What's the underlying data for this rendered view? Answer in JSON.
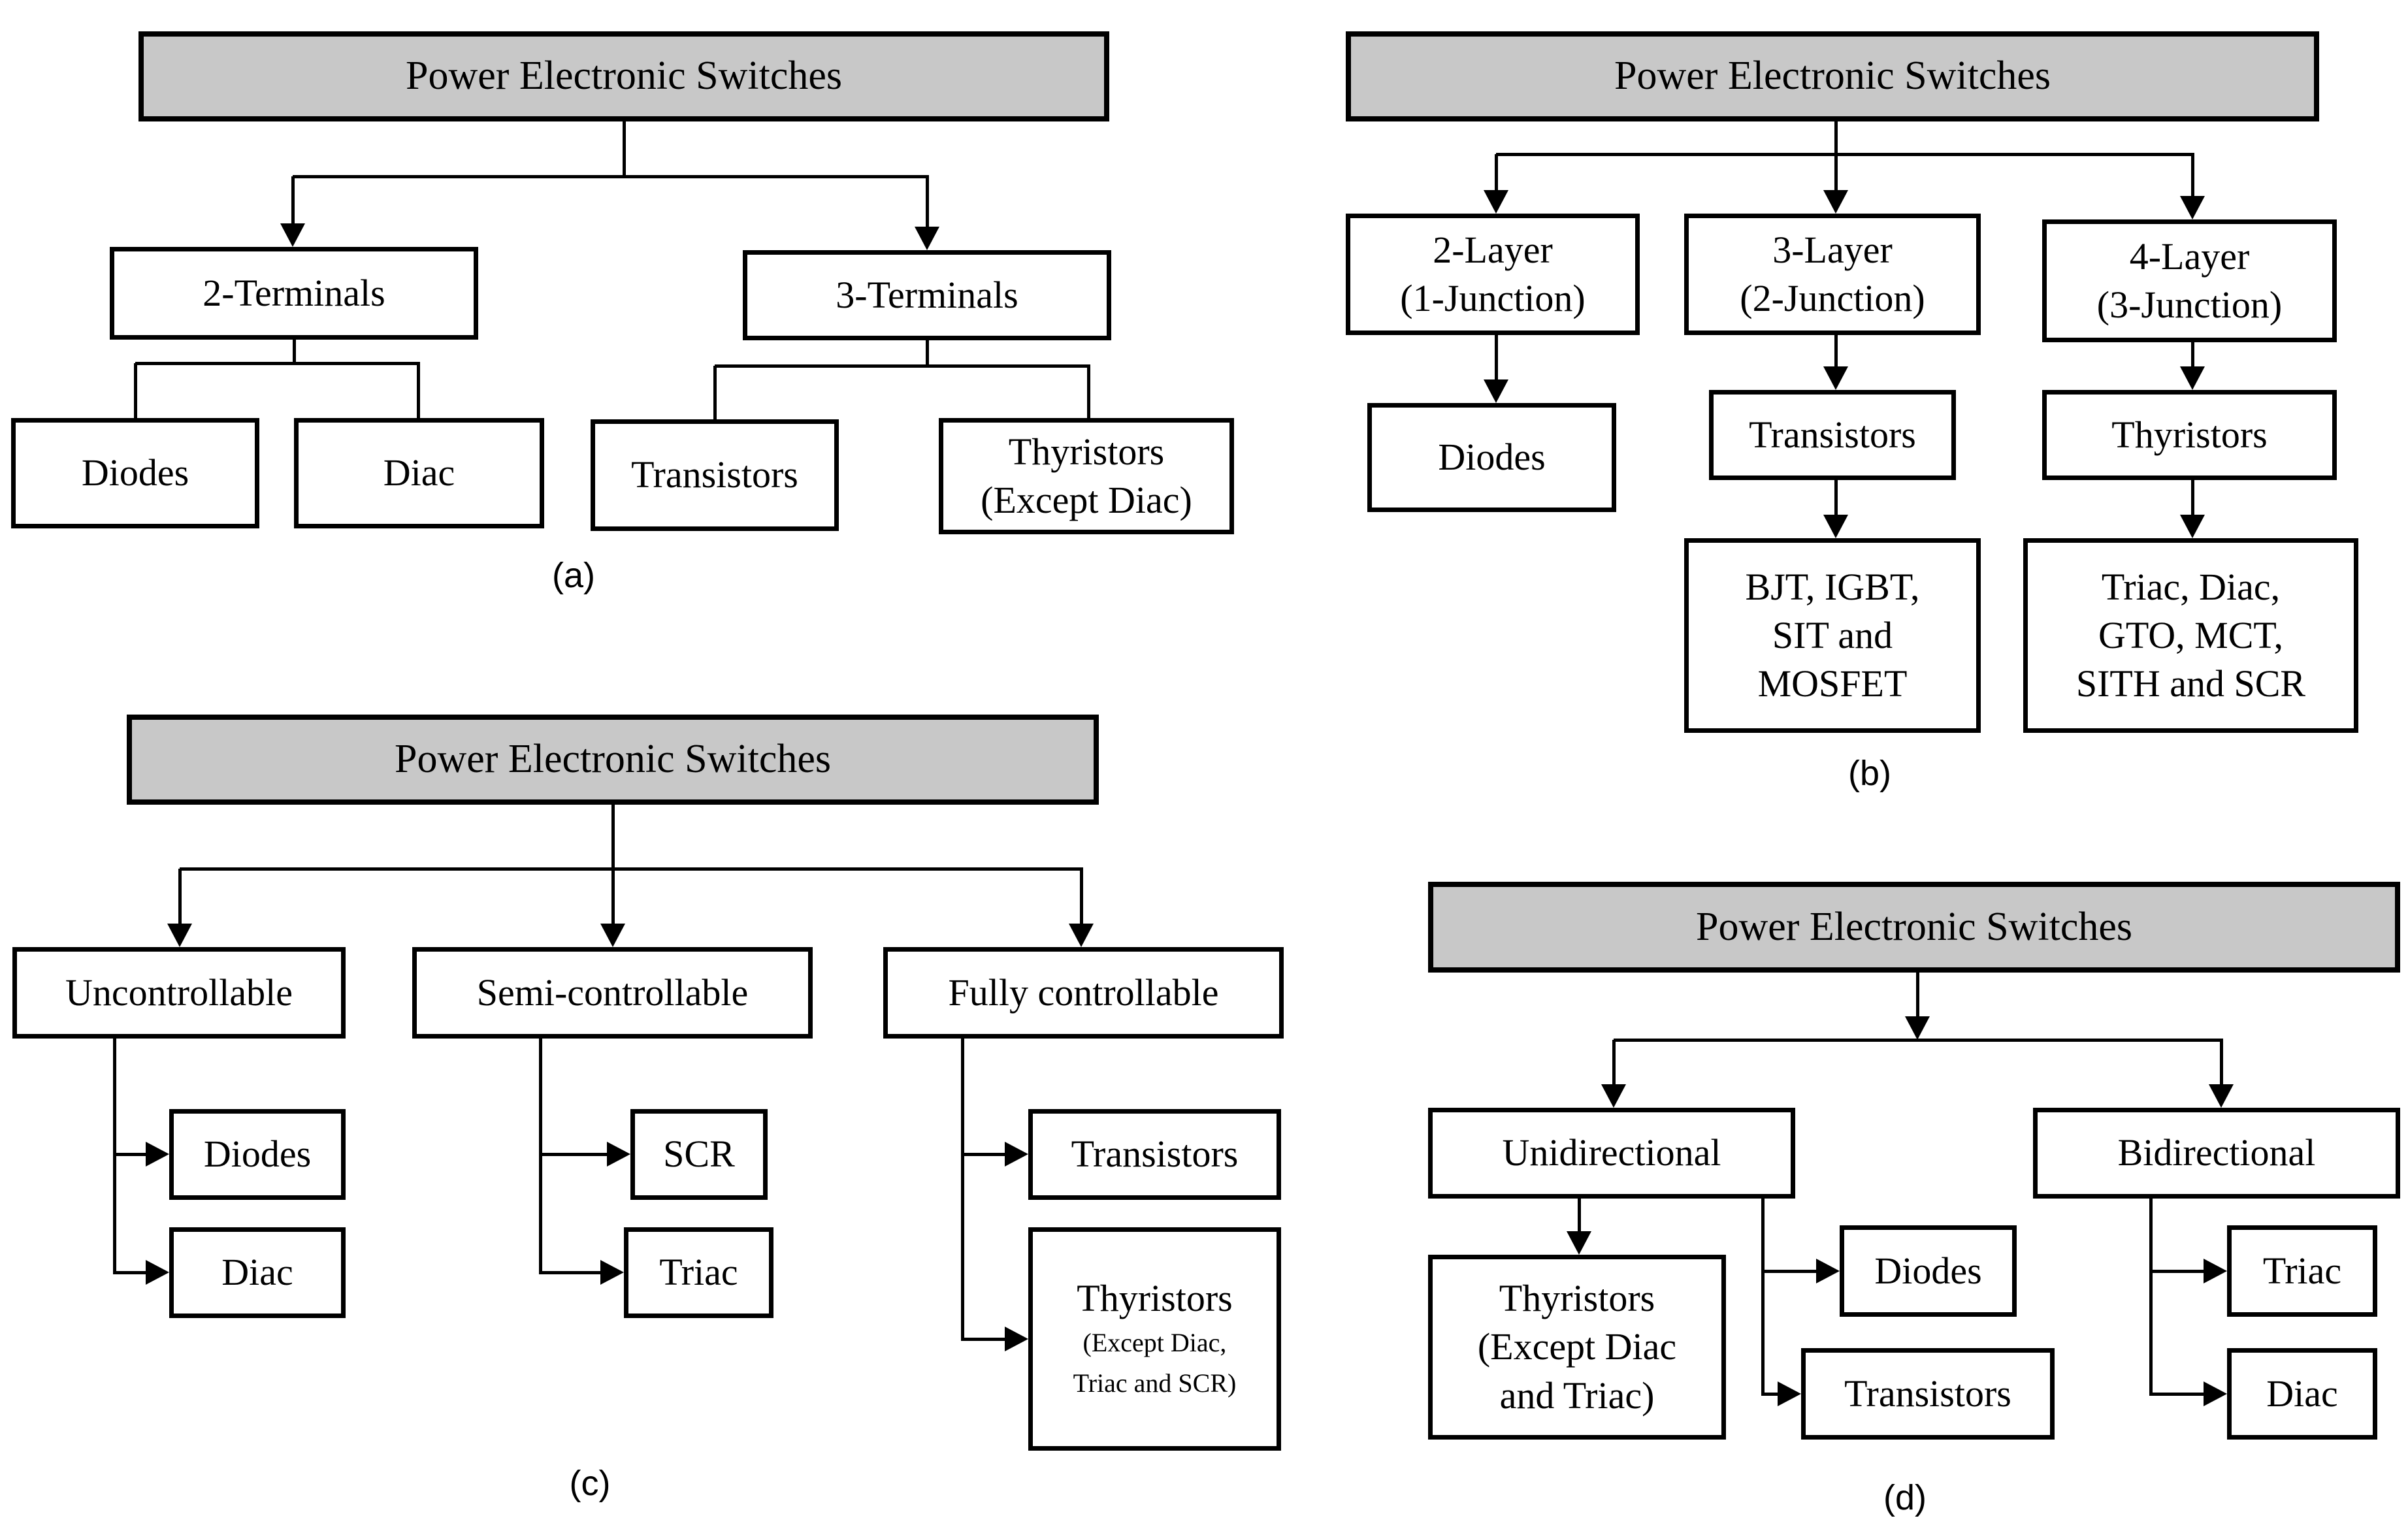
{
  "panel_a": {
    "root": "Power Electronic Switches",
    "terminals2": "2-Terminals",
    "terminals3": "3-Terminals",
    "diodes": "Diodes",
    "diac": "Diac",
    "transistors": "Transistors",
    "thyristors_line1": "Thyristors",
    "thyristors_line2": "(Except Diac)",
    "caption": "(a)"
  },
  "panel_b": {
    "root": "Power Electronic Switches",
    "layer2_line1": "2-Layer",
    "layer2_line2": "(1-Junction)",
    "layer3_line1": "3-Layer",
    "layer3_line2": "(2-Junction)",
    "layer4_line1": "4-Layer",
    "layer4_line2": "(3-Junction)",
    "diodes": "Diodes",
    "transistors": "Transistors",
    "thyristors": "Thyristors",
    "transistor_types_line1": "BJT, IGBT,",
    "transistor_types_line2": "SIT and",
    "transistor_types_line3": "MOSFET",
    "thyristor_types_line1": "Triac, Diac,",
    "thyristor_types_line2": "GTO, MCT,",
    "thyristor_types_line3": "SITH and SCR",
    "caption": "(b)"
  },
  "panel_c": {
    "root": "Power Electronic Switches",
    "uncontrollable": "Uncontrollable",
    "semi": "Semi-controllable",
    "fully": "Fully controllable",
    "diodes": "Diodes",
    "diac": "Diac",
    "scr": "SCR",
    "triac": "Triac",
    "transistors": "Transistors",
    "thyristors_line1": "Thyristors",
    "thyristors_line2": "(Except Diac,",
    "thyristors_line3": "Triac and SCR)",
    "caption": "(c)"
  },
  "panel_d": {
    "root": "Power Electronic Switches",
    "unidirectional": "Unidirectional",
    "bidirectional": "Bidirectional",
    "thyristors_line1": "Thyristors",
    "thyristors_line2": "(Except Diac",
    "thyristors_line3": "and Triac)",
    "diodes": "Diodes",
    "transistors": "Transistors",
    "triac": "Triac",
    "diac": "Diac",
    "caption": "(d)"
  }
}
